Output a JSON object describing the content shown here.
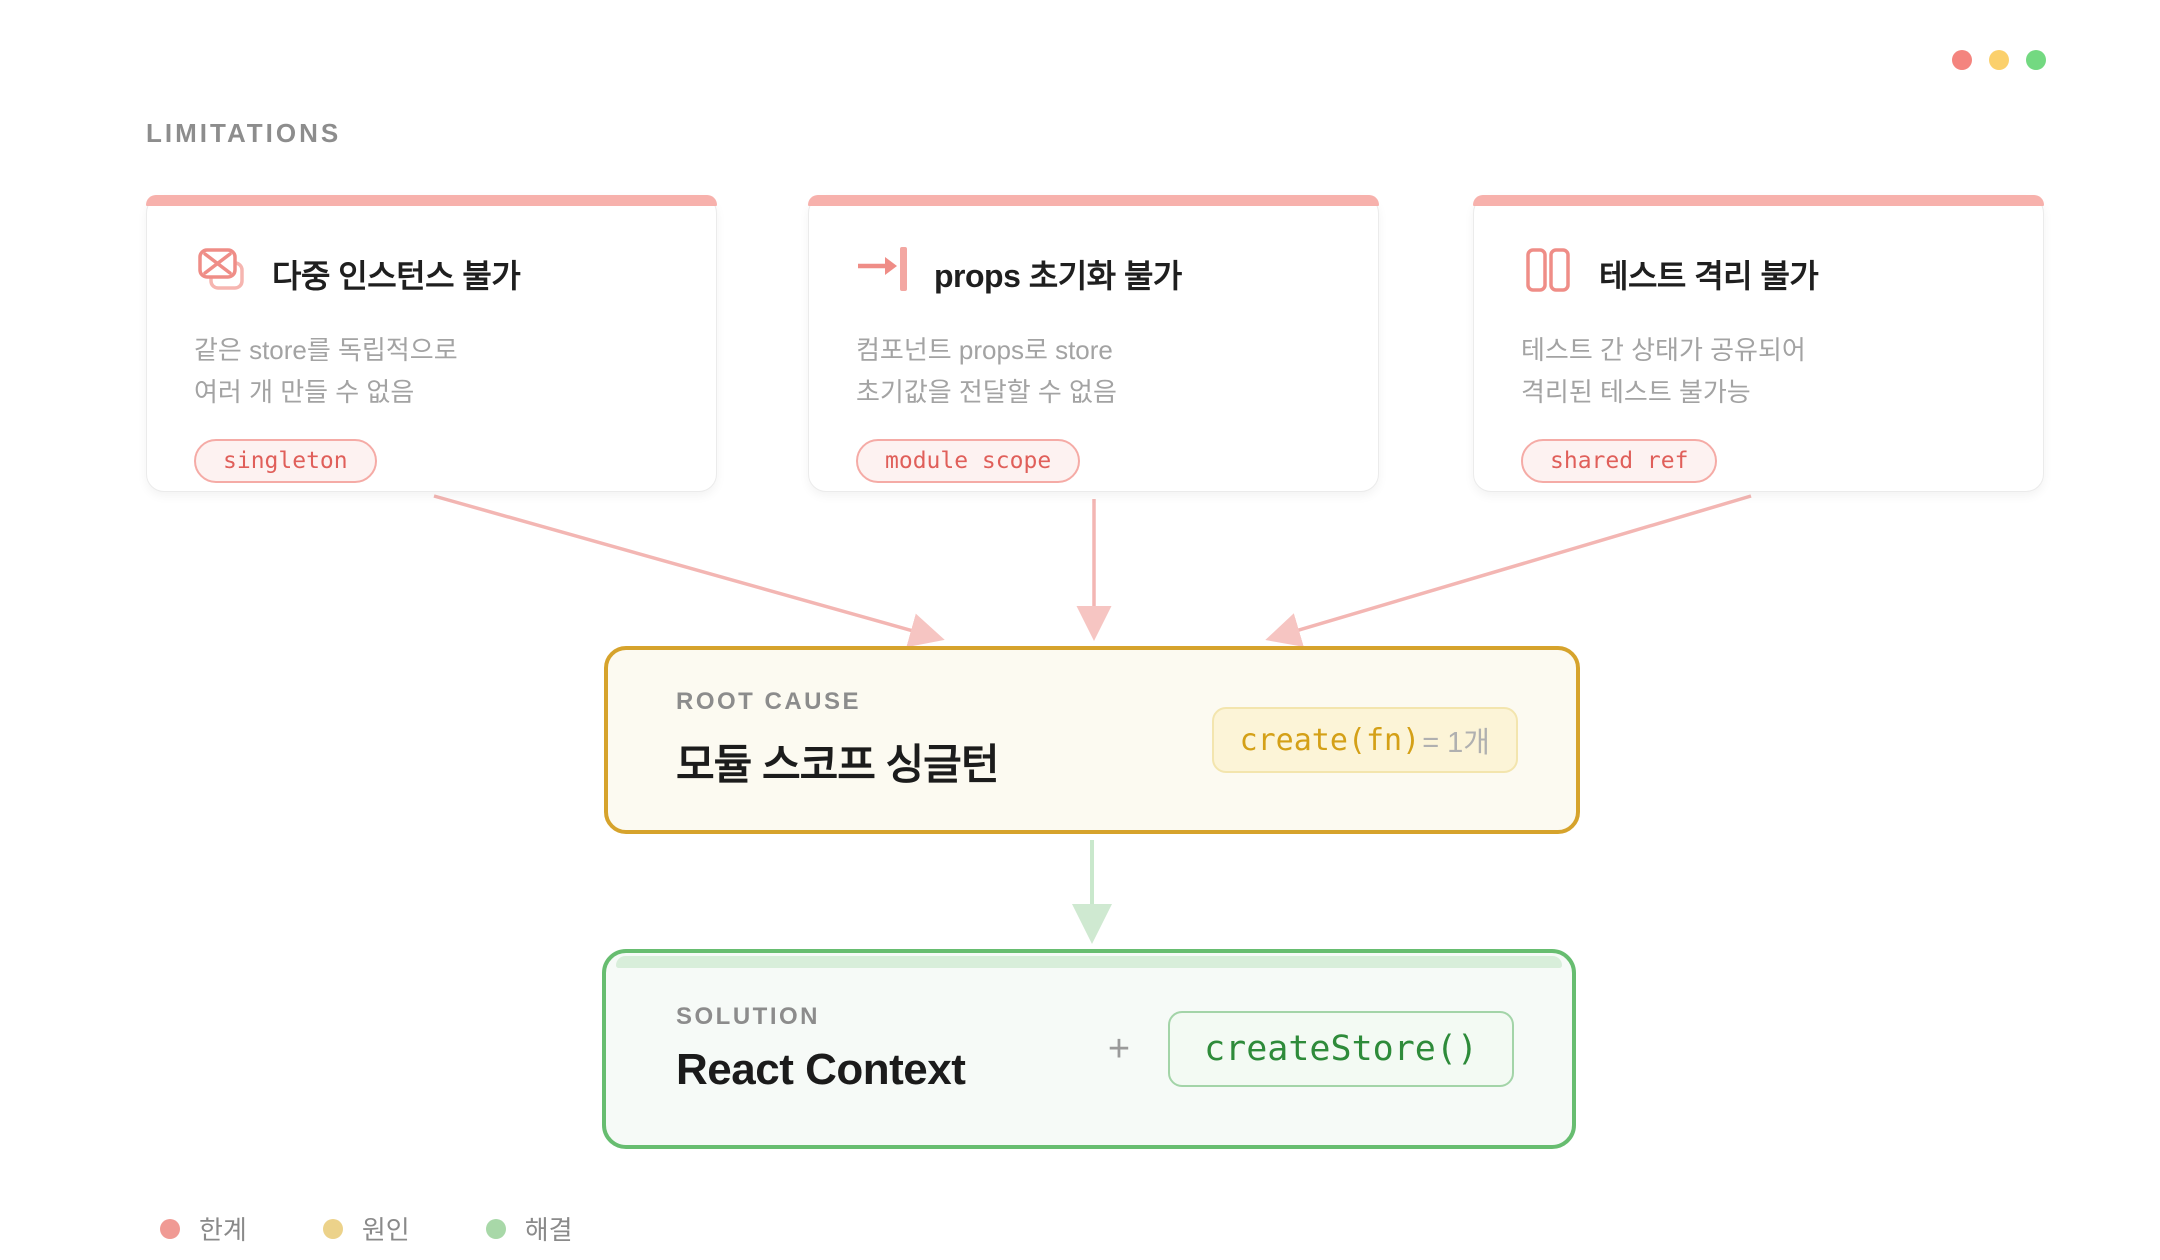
{
  "window": {
    "traffic_lights": [
      {
        "name": "close",
        "color": "#f4847e"
      },
      {
        "name": "minimize",
        "color": "#fbd06c"
      },
      {
        "name": "zoom",
        "color": "#73d981"
      }
    ]
  },
  "section_label": "LIMITATIONS",
  "cards": [
    {
      "icon": "no-multiple-instances-icon",
      "title": "다중 인스턴스 불가",
      "line1": "같은 store를 독립적으로",
      "line2": "여러 개 만들 수 없음",
      "badge": "singleton"
    },
    {
      "icon": "props-blocked-icon",
      "title": "props 초기화 불가",
      "line1": "컴포넌트 props로 store",
      "line2": "초기값을 전달할 수 없음",
      "badge": "module scope"
    },
    {
      "icon": "test-isolation-icon",
      "title": "테스트 격리 불가",
      "line1": "테스트 간 상태가 공유되어",
      "line2": "격리된 테스트 불가능",
      "badge": "shared ref"
    }
  ],
  "root_cause": {
    "label": "ROOT CAUSE",
    "title": "모듈 스코프 싱글턴",
    "chip_code": "create(fn)",
    "chip_rest": "= 1개"
  },
  "solution": {
    "label": "SOLUTION",
    "title": "React Context",
    "plus": "+",
    "chip": "createStore()"
  },
  "legend": [
    {
      "label": "한계",
      "color": "#f09a94"
    },
    {
      "label": "원인",
      "color": "#ecd28a"
    },
    {
      "label": "해결",
      "color": "#a8d8a8"
    }
  ],
  "colors": {
    "limit_accent": "#f7b1ac",
    "limit_text": "#e05f5a",
    "cause_accent": "#d6a32c",
    "solution_accent": "#67bd70",
    "arrow_pink": "#f3b6b3",
    "arrow_green": "#c9e8cc"
  }
}
